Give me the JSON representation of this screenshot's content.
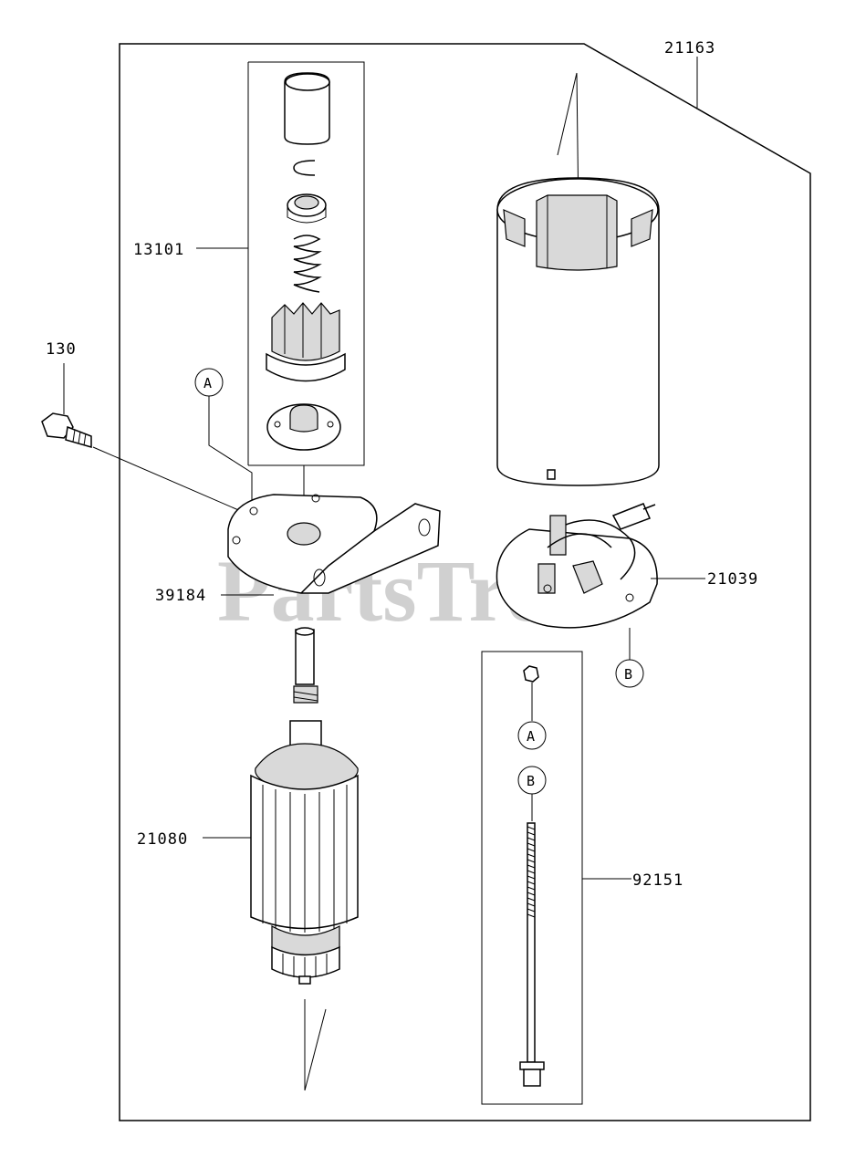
{
  "watermark": "PartsTre",
  "callouts": {
    "p21163": "21163",
    "p13101": "13101",
    "p130": "130",
    "p39184": "39184",
    "p21039": "21039",
    "p21080": "21080",
    "p92151": "92151"
  },
  "refs": {
    "a_bracket": "A",
    "b_brush": "B",
    "a_kit": "A",
    "b_kit": "B"
  }
}
